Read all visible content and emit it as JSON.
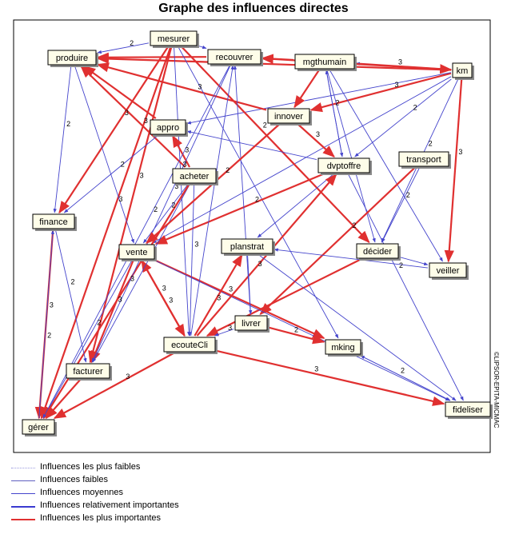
{
  "title": "Graphe des influences directes",
  "credit": "©LIPSOR-EPITA-MICMAC",
  "colors": {
    "red": "#e03030",
    "blue": "#4444cc",
    "frame": "#000000"
  },
  "nodes": [
    {
      "id": "mesurer",
      "label": "mesurer"
    },
    {
      "id": "produire",
      "label": "produire"
    },
    {
      "id": "recouvrer",
      "label": "recouvrer"
    },
    {
      "id": "mgthumain",
      "label": "mgthumain"
    },
    {
      "id": "km",
      "label": "km"
    },
    {
      "id": "innover",
      "label": "innover"
    },
    {
      "id": "appro",
      "label": "appro"
    },
    {
      "id": "dvptoffre",
      "label": "dvptoffre"
    },
    {
      "id": "transport",
      "label": "transport"
    },
    {
      "id": "acheter",
      "label": "acheter"
    },
    {
      "id": "finance",
      "label": "finance"
    },
    {
      "id": "vente",
      "label": "vente"
    },
    {
      "id": "planstrat",
      "label": "planstrat"
    },
    {
      "id": "decider",
      "label": "décider"
    },
    {
      "id": "veiller",
      "label": "veiller"
    },
    {
      "id": "livrer",
      "label": "livrer"
    },
    {
      "id": "ecouteCli",
      "label": "ecouteCli"
    },
    {
      "id": "mking",
      "label": "mking"
    },
    {
      "id": "facturer",
      "label": "facturer"
    },
    {
      "id": "fideliser",
      "label": "fideliser"
    },
    {
      "id": "gerer",
      "label": "gérer"
    }
  ],
  "edges": [
    {
      "from": "recouvrer",
      "to": "produire",
      "strength": "red",
      "weight": ""
    },
    {
      "from": "mesurer",
      "to": "produire",
      "strength": "blue",
      "weight": "2"
    },
    {
      "from": "mgthumain",
      "to": "recouvrer",
      "strength": "red",
      "weight": ""
    },
    {
      "from": "mgthumain",
      "to": "km",
      "strength": "red",
      "weight": "3"
    },
    {
      "from": "km",
      "to": "mgthumain",
      "strength": "blue",
      "weight": ""
    },
    {
      "from": "km",
      "to": "recouvrer",
      "strength": "red",
      "weight": ""
    },
    {
      "from": "km",
      "to": "produire",
      "strength": "red",
      "weight": "3"
    },
    {
      "from": "km",
      "to": "innover",
      "strength": "red",
      "weight": "3"
    },
    {
      "from": "km",
      "to": "veiller",
      "strength": "red",
      "weight": "3"
    },
    {
      "from": "km",
      "to": "dvptoffre",
      "strength": "blue",
      "weight": "2"
    },
    {
      "from": "km",
      "to": "decider",
      "strength": "blue",
      "weight": "2"
    },
    {
      "from": "km",
      "to": "appro",
      "strength": "blue",
      "weight": ""
    },
    {
      "from": "km",
      "to": "vente",
      "strength": "blue",
      "weight": ""
    },
    {
      "from": "innover",
      "to": "produire",
      "strength": "red",
      "weight": "3"
    },
    {
      "from": "innover",
      "to": "dvptoffre",
      "strength": "red",
      "weight": "3"
    },
    {
      "from": "mgthumain",
      "to": "innover",
      "strength": "red",
      "weight": ""
    },
    {
      "from": "mgthumain",
      "to": "decider",
      "strength": "blue",
      "weight": ""
    },
    {
      "from": "mgthumain",
      "to": "dvptoffre",
      "strength": "blue",
      "weight": "2"
    },
    {
      "from": "mgthumain",
      "to": "veiller",
      "strength": "blue",
      "weight": ""
    },
    {
      "from": "mesurer",
      "to": "decider",
      "strength": "red",
      "weight": "2"
    },
    {
      "from": "mesurer",
      "to": "finance",
      "strength": "red",
      "weight": "3"
    },
    {
      "from": "mesurer",
      "to": "gerer",
      "strength": "red",
      "weight": "3"
    },
    {
      "from": "mesurer",
      "to": "facturer",
      "strength": "red",
      "weight": "3"
    },
    {
      "from": "mesurer",
      "to": "ecouteCli",
      "strength": "blue",
      "weight": "3"
    },
    {
      "from": "mesurer",
      "to": "recouvrer",
      "strength": "blue",
      "weight": ""
    },
    {
      "from": "mesurer",
      "to": "mking",
      "strength": "blue",
      "weight": ""
    },
    {
      "from": "acheter",
      "to": "produire",
      "strength": "red",
      "weight": "3"
    },
    {
      "from": "acheter",
      "to": "appro",
      "strength": "red",
      "weight": "3"
    },
    {
      "from": "appro",
      "to": "produire",
      "strength": "red",
      "weight": ""
    },
    {
      "from": "appro",
      "to": "finance",
      "strength": "blue",
      "weight": "2"
    },
    {
      "from": "dvptoffre",
      "to": "appro",
      "strength": "blue",
      "weight": ""
    },
    {
      "from": "dvptoffre",
      "to": "vente",
      "strength": "red",
      "weight": "2"
    },
    {
      "from": "dvptoffre",
      "to": "planstrat",
      "strength": "blue",
      "weight": ""
    },
    {
      "from": "dvptoffre",
      "to": "fideliser",
      "strength": "blue",
      "weight": "2"
    },
    {
      "from": "dvptoffre",
      "to": "mgthumain",
      "strength": "blue",
      "weight": ""
    },
    {
      "from": "transport",
      "to": "livrer",
      "strength": "red",
      "weight": "2"
    },
    {
      "from": "transport",
      "to": "decider",
      "strength": "blue",
      "weight": "2"
    },
    {
      "from": "decider",
      "to": "ecouteCli",
      "strength": "red",
      "weight": ""
    },
    {
      "from": "veiller",
      "to": "planstrat",
      "strength": "blue",
      "weight": "3"
    },
    {
      "from": "vente",
      "to": "ecouteCli",
      "strength": "red",
      "weight": "3"
    },
    {
      "from": "ecouteCli",
      "to": "vente",
      "strength": "red",
      "weight": "3"
    },
    {
      "from": "vente",
      "to": "mking",
      "strength": "red",
      "weight": "3"
    },
    {
      "from": "vente",
      "to": "facturer",
      "strength": "red",
      "weight": "3"
    },
    {
      "from": "vente",
      "to": "gerer",
      "strength": "blue",
      "weight": "2"
    },
    {
      "from": "vente",
      "to": "fideliser",
      "strength": "blue",
      "weight": ""
    },
    {
      "from": "ecouteCli",
      "to": "planstrat",
      "strength": "red",
      "weight": "3"
    },
    {
      "from": "ecouteCli",
      "to": "dvptoffre",
      "strength": "red",
      "weight": "3"
    },
    {
      "from": "ecouteCli",
      "to": "gerer",
      "strength": "red",
      "weight": "3"
    },
    {
      "from": "ecouteCli",
      "to": "fideliser",
      "strength": "red",
      "weight": "3"
    },
    {
      "from": "ecouteCli",
      "to": "recouvrer",
      "strength": "blue",
      "weight": ""
    },
    {
      "from": "livrer",
      "to": "ecouteCli",
      "strength": "blue",
      "weight": "3"
    },
    {
      "from": "livrer",
      "to": "recouvrer",
      "strength": "blue",
      "weight": ""
    },
    {
      "from": "livrer",
      "to": "mking",
      "strength": "red",
      "weight": "2"
    },
    {
      "from": "planstrat",
      "to": "fideliser",
      "strength": "blue",
      "weight": ""
    },
    {
      "from": "mking",
      "to": "fideliser",
      "strength": "blue",
      "weight": "2"
    },
    {
      "from": "fideliser",
      "to": "mking",
      "strength": "blue",
      "weight": ""
    },
    {
      "from": "acheter",
      "to": "ecouteCli",
      "strength": "blue",
      "weight": "3"
    },
    {
      "from": "acheter",
      "to": "vente",
      "strength": "blue",
      "weight": "2"
    },
    {
      "from": "acheter",
      "to": "facturer",
      "strength": "blue",
      "weight": "2"
    },
    {
      "from": "acheter",
      "to": "gerer",
      "strength": "red",
      "weight": "3"
    },
    {
      "from": "finance",
      "to": "gerer",
      "strength": "red",
      "weight": "3"
    },
    {
      "from": "gerer",
      "to": "finance",
      "strength": "blue",
      "weight": "2"
    },
    {
      "from": "finance",
      "to": "facturer",
      "strength": "blue",
      "weight": "2"
    },
    {
      "from": "facturer",
      "to": "gerer",
      "strength": "red",
      "weight": ""
    },
    {
      "from": "recouvrer",
      "to": "gerer",
      "strength": "blue",
      "weight": "2"
    },
    {
      "from": "recouvrer",
      "to": "facturer",
      "strength": "blue",
      "weight": "3"
    },
    {
      "from": "produire",
      "to": "finance",
      "strength": "blue",
      "weight": "2"
    },
    {
      "from": "produire",
      "to": "vente",
      "strength": "blue",
      "weight": ""
    },
    {
      "from": "innover",
      "to": "vente",
      "strength": "red",
      "weight": "2"
    },
    {
      "from": "decider",
      "to": "veiller",
      "strength": "blue",
      "weight": ""
    },
    {
      "from": "planstrat",
      "to": "livrer",
      "strength": "blue",
      "weight": ""
    }
  ],
  "legend": [
    {
      "label": "Influences les plus faibles",
      "style": "dotted"
    },
    {
      "label": "Influences faibles",
      "style": "thin"
    },
    {
      "label": "Influences moyennes",
      "style": "medium"
    },
    {
      "label": "Influences relativement importantes",
      "style": "strong"
    },
    {
      "label": "Influences les plus importantes",
      "style": "strongest"
    }
  ]
}
